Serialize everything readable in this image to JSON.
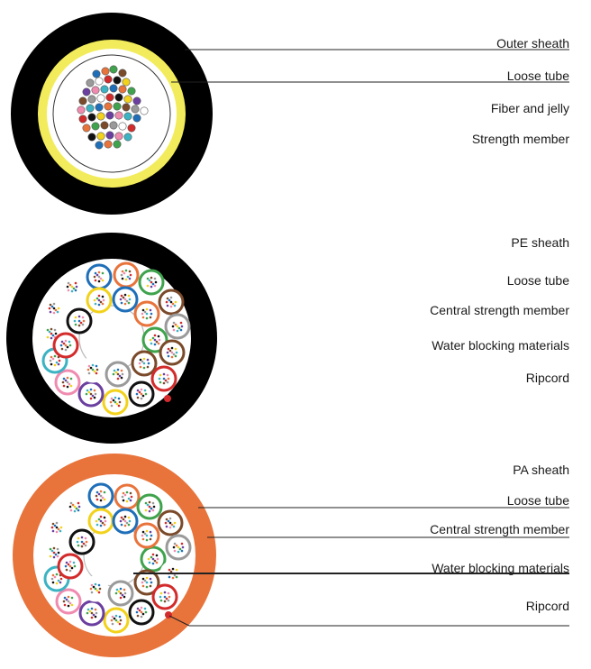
{
  "diagrams": [
    {
      "labels": [
        "Outer sheath",
        "Loose tube",
        "Fiber and jelly",
        "Strength member"
      ],
      "colors": {
        "sheath": "#000000",
        "tube": "#f2ec5c"
      }
    },
    {
      "labels": [
        "PE sheath",
        "Loose tube",
        "Central strength member",
        "Water blocking materials",
        "Ripcord"
      ],
      "colors": {
        "sheath": "#000000",
        "ripcord": "#d32b2b"
      }
    },
    {
      "labels": [
        "PA sheath",
        "Loose tube",
        "Central strength member",
        "Water blocking materials",
        "Ripcord"
      ],
      "colors": {
        "sheath": "#e8743c",
        "ripcord": "#d32b2b"
      }
    }
  ],
  "fiber_colors": [
    "#1f6fb8",
    "#e8743c",
    "#3fa34d",
    "#7a4a2a",
    "#9a9a9a",
    "#ffffff",
    "#d32b2b",
    "#111111",
    "#f2d21b",
    "#6b3fa0",
    "#f08bb0",
    "#3bb3c3"
  ]
}
